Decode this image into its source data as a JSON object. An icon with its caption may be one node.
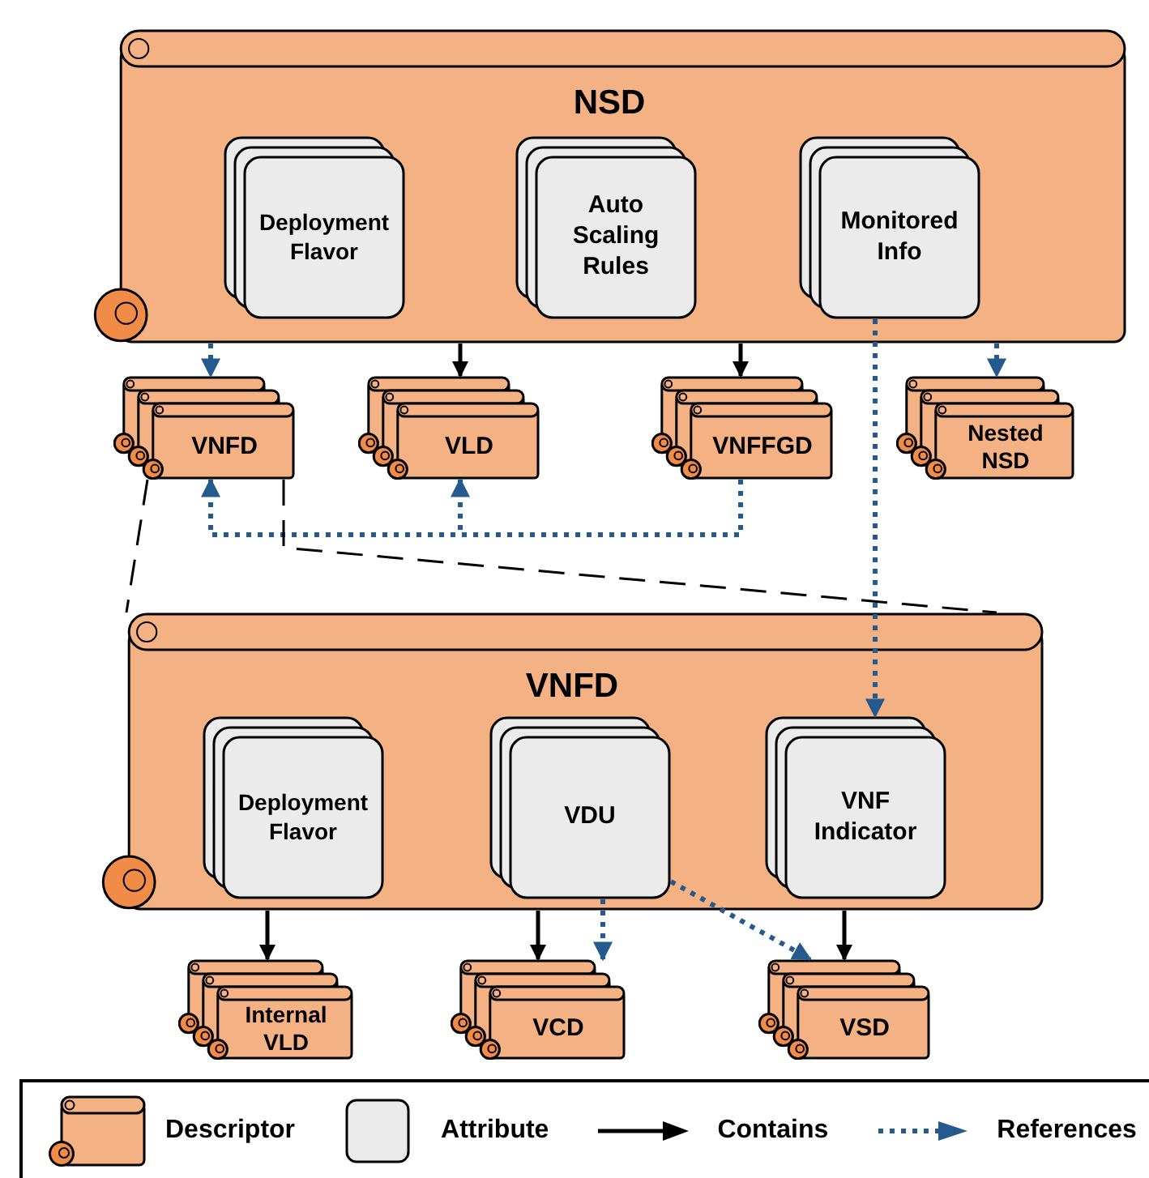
{
  "diagram": {
    "nodes": [
      {
        "text": [
          "NSD"
        ]
      },
      {
        "text": [
          "Deployment Flavor"
        ],
        "in": 0
      },
      {
        "text": [
          "Auto Scaling Rules"
        ],
        "in": 0
      },
      {
        "text": [
          "Monitored Info"
        ],
        "in": 0
      },
      {
        "text": [
          "VNFD"
        ]
      },
      {
        "text": [
          "VLD"
        ]
      },
      {
        "text": [
          "VNFFGD"
        ]
      },
      {
        "text": [
          "Nested NSD"
        ]
      },
      {
        "text": [
          "VNFD"
        ]
      },
      {
        "text": [
          "Deployment Flavor"
        ],
        "in": 8
      },
      {
        "text": [
          "VDU"
        ],
        "in": 8
      },
      {
        "text": [
          "VNF Indicator"
        ],
        "in": 8
      },
      {
        "text": [
          "Internal VLD"
        ]
      },
      {
        "text": [
          "VCD"
        ]
      },
      {
        "text": [
          "VSD"
        ]
      }
    ],
    "edges": [
      {
        "from": 0,
        "to": 4,
        "arrow": "to",
        "style": "dashed",
        "color": "#245a8d"
      },
      {
        "from": 0,
        "to": 5,
        "arrow": "to",
        "color": "#000000"
      },
      {
        "from": 0,
        "to": 6,
        "arrow": "to",
        "color": "#000000"
      },
      {
        "from": 0,
        "to": 7,
        "arrow": "to",
        "style": "dashed",
        "color": "#245a8d"
      },
      {
        "from": 3,
        "to": 11,
        "arrow": "to",
        "style": "dashed",
        "color": "#245a8d"
      },
      {
        "from": 6,
        "to": 4,
        "arrow": "to",
        "style": "dashed",
        "color": "#245a8d"
      },
      {
        "from": 6,
        "to": 5,
        "arrow": "to",
        "style": "dashed",
        "color": "#245a8d"
      },
      {
        "from": 4,
        "to": 8,
        "arrow": "none",
        "style": "dashed",
        "color": "#000000"
      },
      {
        "from": 4,
        "to": 8,
        "arrow": "none",
        "style": "dashed",
        "color": "#000000"
      },
      {
        "from": 8,
        "to": 12,
        "arrow": "to",
        "color": "#000000"
      },
      {
        "from": 8,
        "to": 13,
        "arrow": "to",
        "color": "#000000"
      },
      {
        "from": 8,
        "to": 14,
        "arrow": "to",
        "color": "#000000"
      },
      {
        "from": 10,
        "to": 13,
        "arrow": "to",
        "style": "dashed",
        "color": "#245a8d"
      },
      {
        "from": 10,
        "to": 14,
        "arrow": "to",
        "style": "dashed",
        "color": "#245a8d"
      }
    ],
    "legend": [
      {
        "text": "Descriptor"
      },
      {
        "text": "Attribute"
      },
      {
        "text": "Contains"
      },
      {
        "text": "References"
      }
    ]
  }
}
